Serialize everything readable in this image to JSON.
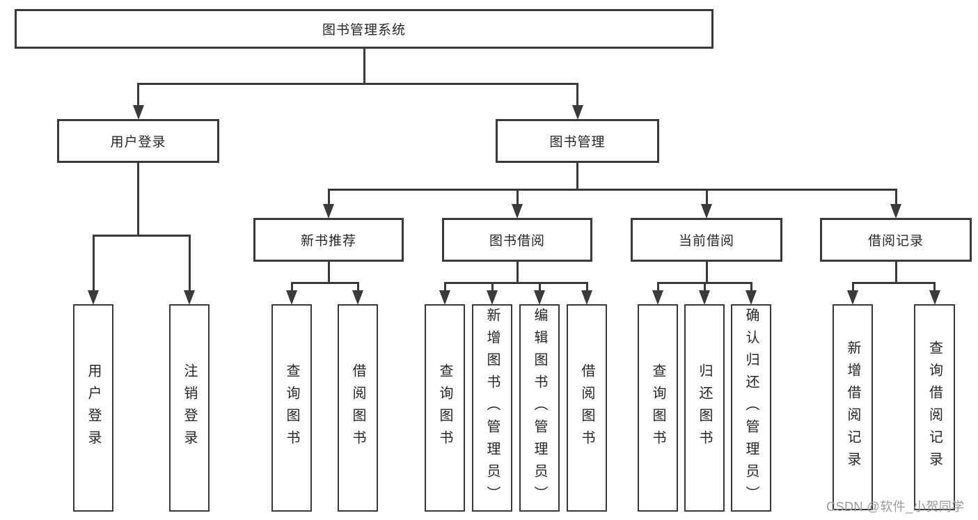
{
  "colors": {
    "line": "#3a3a3a",
    "text": "#262626",
    "watermark": "#9a9a9a"
  },
  "watermark": {
    "text": "CSDN @软件_小贺同学"
  },
  "diagram": {
    "title": "图书管理系统",
    "nodes": [
      {
        "id": "root",
        "label": "图书管理系统"
      },
      {
        "id": "user-login",
        "label": "用户登录"
      },
      {
        "id": "book-management",
        "label": "图书管理"
      },
      {
        "id": "new-book-recommend",
        "label": "新书推荐"
      },
      {
        "id": "book-borrow",
        "label": "图书借阅"
      },
      {
        "id": "current-borrow",
        "label": "当前借阅"
      },
      {
        "id": "borrow-records",
        "label": "借阅记录"
      },
      {
        "id": "leaf-user-login",
        "label": "用户登录"
      },
      {
        "id": "leaf-logout",
        "label": "注销登录"
      },
      {
        "id": "leaf-query-book-1",
        "label": "查询图书"
      },
      {
        "id": "leaf-borrow-book-1",
        "label": "借阅图书"
      },
      {
        "id": "leaf-query-book-2",
        "label": "查询图书"
      },
      {
        "id": "leaf-add-book",
        "label": "新增图书（管理员）"
      },
      {
        "id": "leaf-edit-book",
        "label": "编辑图书（管理员）"
      },
      {
        "id": "leaf-borrow-book-2",
        "label": "借阅图书"
      },
      {
        "id": "leaf-query-book-3",
        "label": "查询图书"
      },
      {
        "id": "leaf-return-book",
        "label": "归还图书"
      },
      {
        "id": "leaf-confirm-return",
        "label": "确认归还（管理员）"
      },
      {
        "id": "leaf-add-borrow-record",
        "label": "新增借阅记录"
      },
      {
        "id": "leaf-query-borrow-record",
        "label": "查询借阅记录"
      }
    ],
    "edges": [
      {
        "from": "root",
        "to": [
          "user-login",
          "book-management"
        ]
      },
      {
        "from": "user-login",
        "to": [
          "leaf-user-login",
          "leaf-logout"
        ]
      },
      {
        "from": "book-management",
        "to": [
          "new-book-recommend",
          "book-borrow",
          "current-borrow",
          "borrow-records"
        ]
      },
      {
        "from": "new-book-recommend",
        "to": [
          "leaf-query-book-1",
          "leaf-borrow-book-1"
        ]
      },
      {
        "from": "book-borrow",
        "to": [
          "leaf-query-book-2",
          "leaf-add-book",
          "leaf-edit-book",
          "leaf-borrow-book-2"
        ]
      },
      {
        "from": "current-borrow",
        "to": [
          "leaf-query-book-3",
          "leaf-return-book",
          "leaf-confirm-return"
        ]
      },
      {
        "from": "borrow-records",
        "to": [
          "leaf-add-borrow-record",
          "leaf-query-borrow-record"
        ]
      }
    ]
  }
}
